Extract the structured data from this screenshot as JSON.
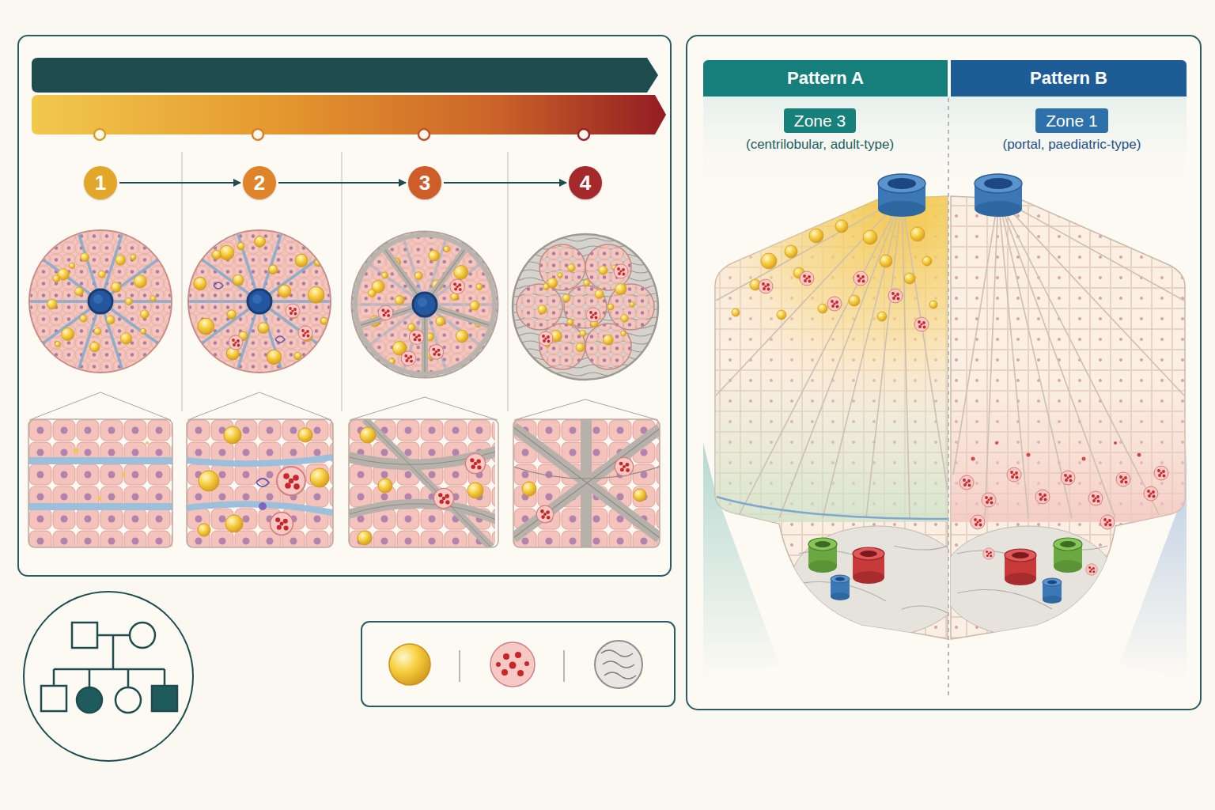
{
  "diagram": {
    "nodes": [
      {
        "text": [
          "1"
        ]
      },
      {
        "text": [
          "2"
        ]
      },
      {
        "text": [
          "3"
        ]
      },
      {
        "text": [
          "4"
        ]
      },
      {
        "text": [
          "Pattern A"
        ]
      },
      {
        "text": [
          "Pattern B"
        ]
      },
      {
        "text": [
          "Zone 3",
          "(centrilobular, adult-type)"
        ]
      },
      {
        "text": [
          "Zone 1",
          "(portal, paediatric-type)"
        ]
      }
    ],
    "edges": [
      {
        "from": 0,
        "to": 1,
        "arrow": "to"
      },
      {
        "from": 1,
        "to": 2,
        "arrow": "to"
      },
      {
        "from": 2,
        "to": 3,
        "arrow": "to"
      }
    ]
  }
}
